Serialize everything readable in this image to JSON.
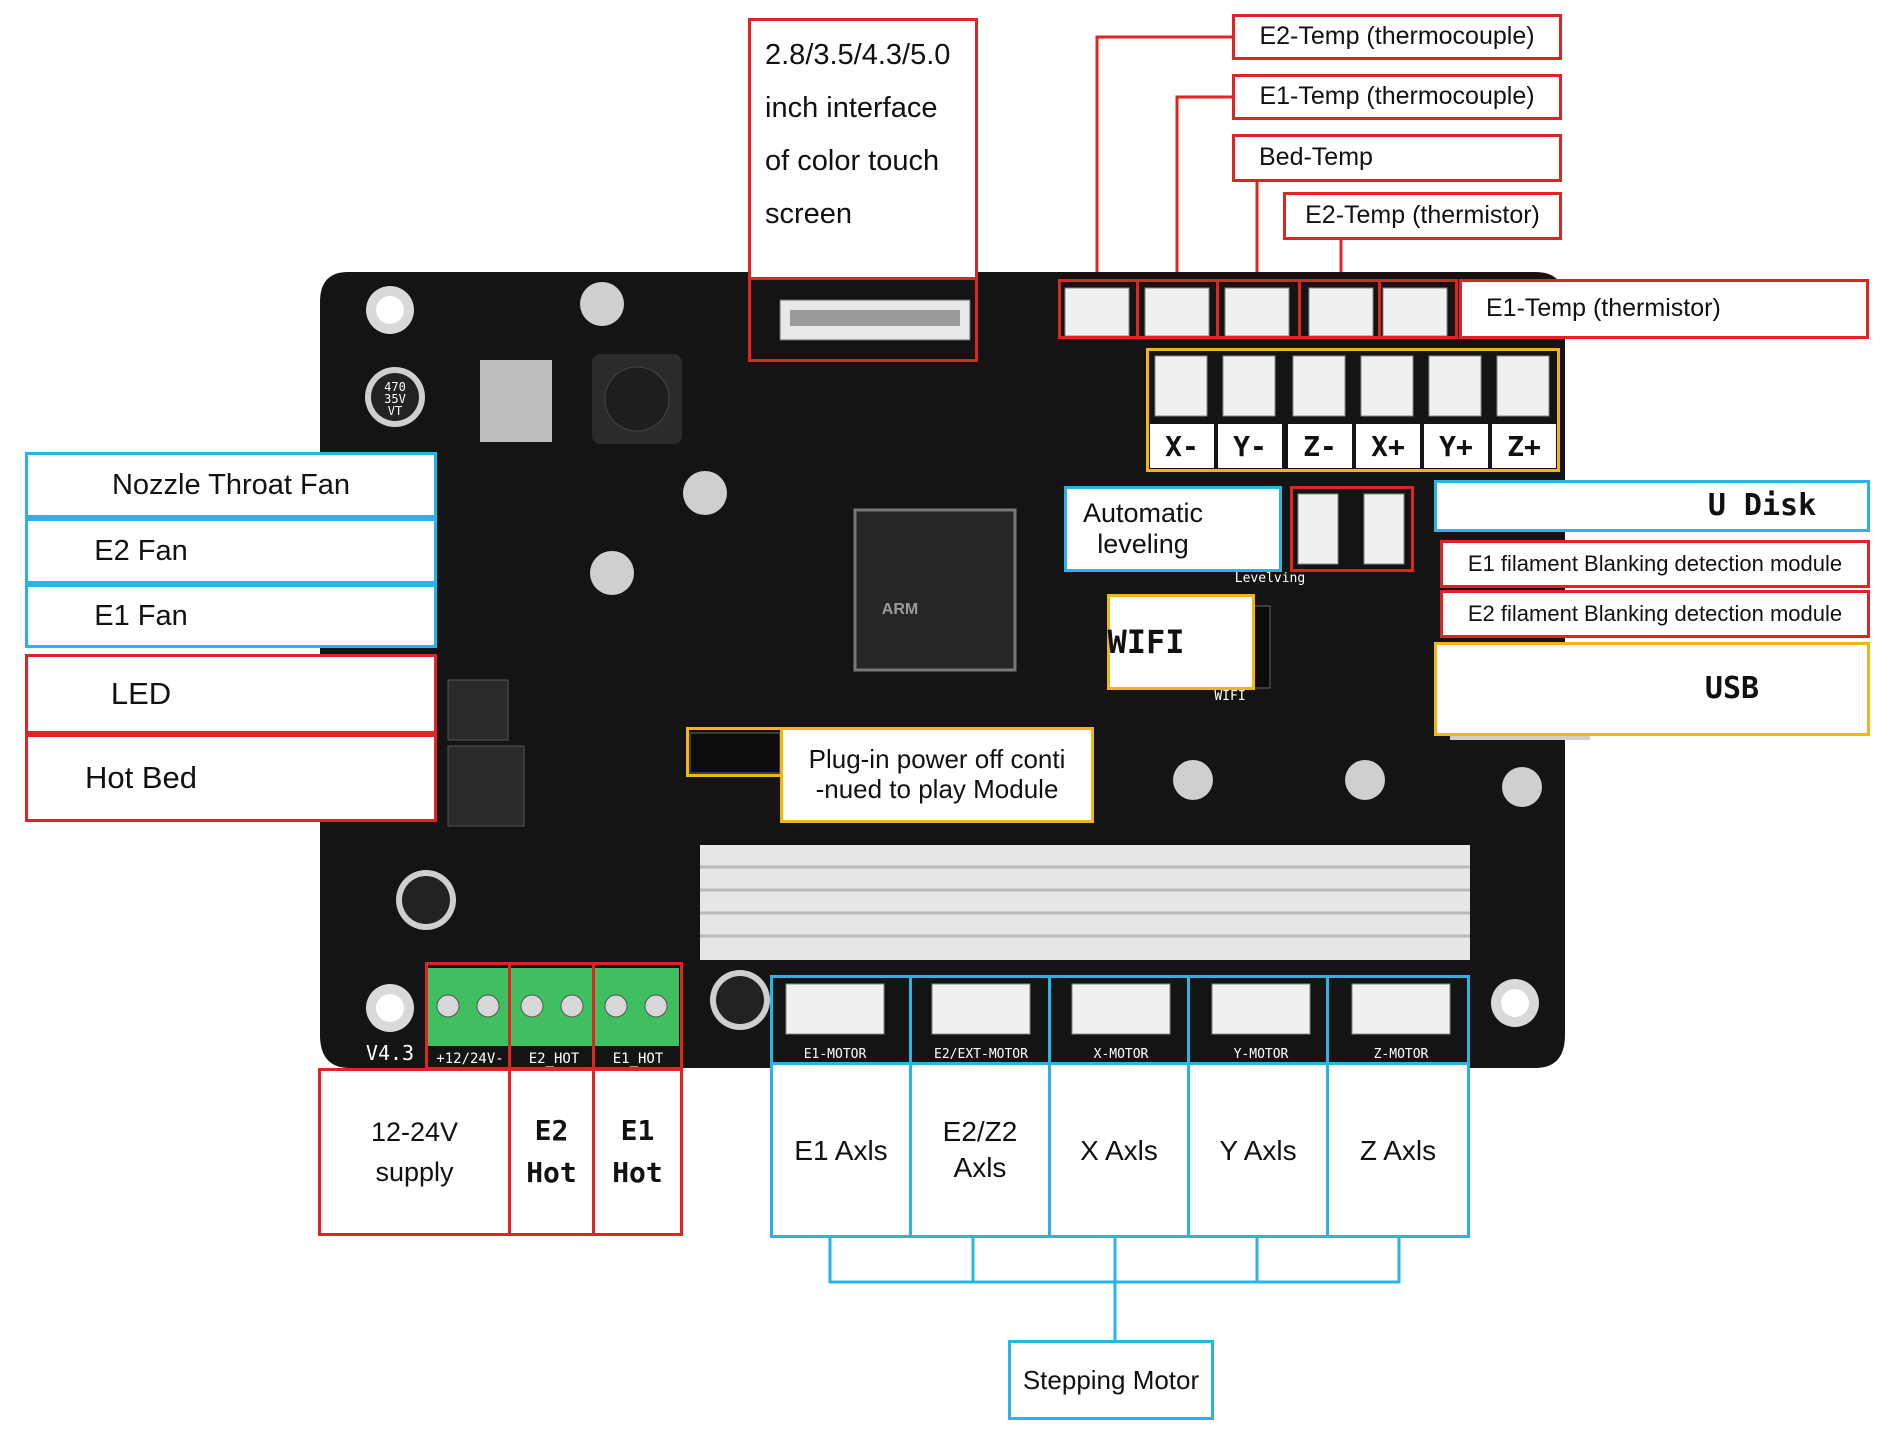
{
  "display": {
    "touch_screen_interface": "2.8/3.5/4.3/5.0\ninch interface\nof color touch\nscreen"
  },
  "temperature": {
    "e2_thermocouple": "E2-Temp (thermocouple)",
    "e1_thermocouple": "E1-Temp (thermocouple)",
    "bed": "Bed-Temp",
    "e2_thermistor": "E2-Temp (thermistor)",
    "e1_thermistor": "E1-Temp (thermistor)"
  },
  "limit_switches": [
    "X-",
    "Y-",
    "Z-",
    "X+",
    "Y+",
    "Z+"
  ],
  "fans": {
    "nozzle_throat": "Nozzle Throat Fan",
    "e2": "E2 Fan",
    "e1": "E1 Fan"
  },
  "outputs": {
    "led": "LED",
    "hot_bed": "Hot Bed"
  },
  "modules": {
    "auto_leveling": "Automatic\nleveling",
    "u_disk": "U Disk",
    "e1_filament": "E1 filament Blanking  detection module",
    "e2_filament": "E2 filament Blanking  detection module",
    "wifi": "WIFI",
    "usb": "USB",
    "power_off_resume": "Plug-in power off conti\n-nued to play Module"
  },
  "power": {
    "supply": "12-24V\nsupply",
    "e2_hot": "E2\nHot",
    "e1_hot": "E1\nHot"
  },
  "motors": {
    "axes": [
      "E1 Axls",
      "E2/Z2\nAxls",
      "X Axls",
      "Y Axls",
      "Z Axls"
    ],
    "group_label": "Stepping Motor"
  },
  "board_silkscreen": {
    "version": "V4.3",
    "motor_connectors": [
      "E1-MOTOR",
      "E2/EXT-MOTOR",
      "X-MOTOR",
      "Y-MOTOR",
      "Z-MOTOR"
    ],
    "power_terminals": [
      "+12/24V-",
      "E2_HOT",
      "E1_HOT"
    ],
    "leveling": "Levelving",
    "wifi": "WIFI",
    "capacitor": "470\n35V\nVT",
    "chip_brand": "ARM"
  },
  "colors": {
    "power_io_box": "#e02424",
    "fan_motor_box": "#27b4e6",
    "module_box": "#f2b417",
    "board": "#141414",
    "terminal": "#3fbf5f"
  }
}
